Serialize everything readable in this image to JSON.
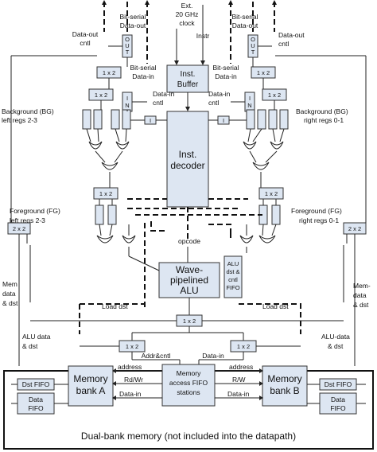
{
  "labels": {
    "ext_clock": [
      "Ext.",
      "20 GHz",
      "clock"
    ],
    "instr": "Instr",
    "bitserial_out_left": [
      "Bit-serial",
      "Data-out"
    ],
    "bitserial_out_right": [
      "Bit-serial",
      "Data-out"
    ],
    "dataout_cntl_left": [
      "Data-out",
      "cntl"
    ],
    "dataout_cntl_right": [
      "Data-out",
      "cntl"
    ],
    "bitserial_in_left": [
      "Bit-serial",
      "Data-in"
    ],
    "bitserial_in_right": [
      "Bit-serial",
      "Data-in"
    ],
    "datain_cntl_left": [
      "Data-in",
      "cntl"
    ],
    "datain_cntl_right": [
      "Data-in",
      "cntl"
    ],
    "bg_left": [
      "Background (BG)",
      "left regs 2-3"
    ],
    "bg_right": [
      "Background (BG)",
      "right regs 0-1"
    ],
    "fg_left": [
      "Foreground (FG)",
      "left regs 2-3"
    ],
    "fg_right": [
      "Foreground (FG)",
      "right regs 0-1"
    ],
    "opcode": "opcode",
    "mem_data_left": [
      "Mem",
      "data",
      "& dst"
    ],
    "mem_data_right": [
      "Mem-",
      "data",
      "& dst"
    ],
    "alu_data_left": [
      "ALU data",
      "& dst"
    ],
    "alu_data_right": [
      "ALU-data",
      "& dst"
    ],
    "load_dst_left": "Load dst",
    "load_dst_right": "Load dst",
    "addr_cntl": "Addr&cntl",
    "data_in_mid": "Data-in",
    "address_left": "address",
    "address_right": "address",
    "rdwr_left": "Rd/Wr",
    "rw_right": "R/W",
    "datain_left": "Data-in",
    "datain_right": "Data-in",
    "dual_bank": "Dual-bank memory (not included into the datapath)"
  },
  "blocks": {
    "inst_buffer": [
      "Inst.",
      "Buffer"
    ],
    "inst_decoder": [
      "Inst.",
      "decoder"
    ],
    "alu": [
      "Wave-",
      "pipelined",
      "ALU"
    ],
    "alu_fifo": [
      "ALU",
      "dst &",
      "cntl",
      "FIFO"
    ],
    "mem_bank_a": [
      "Memory",
      "bank A"
    ],
    "mem_bank_b": [
      "Memory",
      "bank B"
    ],
    "mem_fifo": [
      "Memory",
      "access FIFO",
      "stations"
    ],
    "dst_fifo_left": "Dst FIFO",
    "dst_fifo_right": "Dst FIFO",
    "data_fifo_left": [
      "Data",
      "FIFO"
    ],
    "data_fifo_right": [
      "Data",
      "FIFO"
    ]
  },
  "muxes": {
    "mux_1x2": "1 x 2",
    "mux_2x2": "2 x 2",
    "out_label": [
      "O",
      "U",
      "T"
    ],
    "in_label": [
      "I",
      "N"
    ],
    "i_label": "I"
  }
}
